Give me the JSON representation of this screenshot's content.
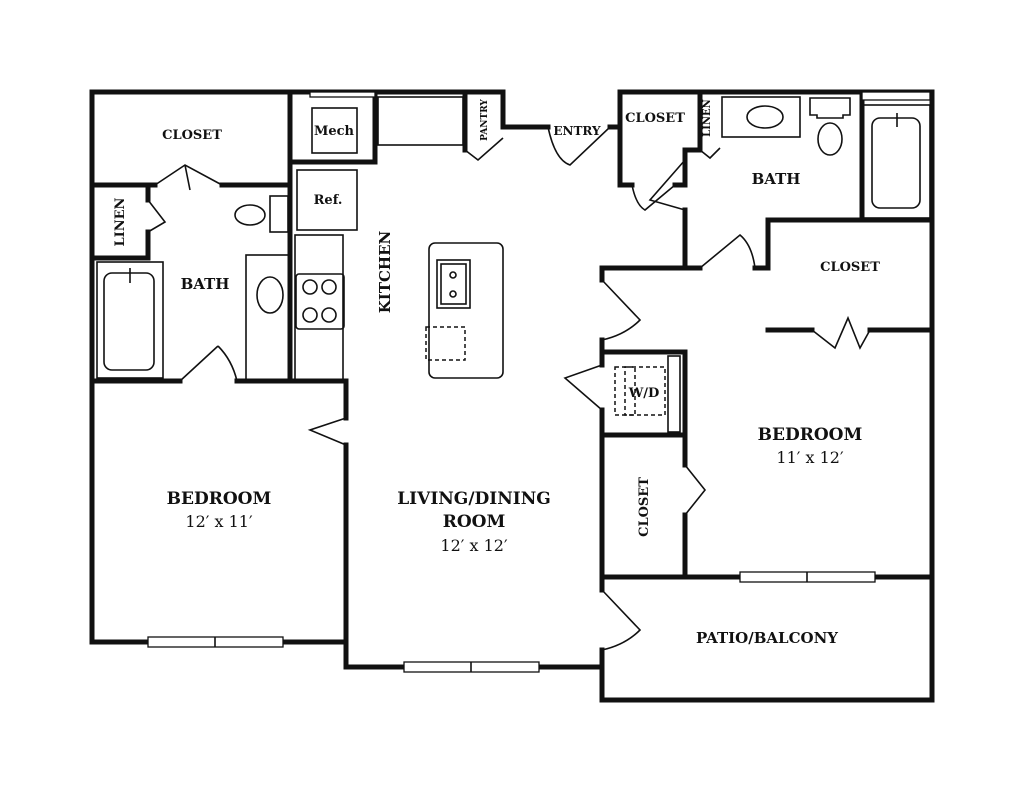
{
  "title": "2 Bedroom Floor Plan",
  "rooms": {
    "closet_left": "CLOSET",
    "linen_left": "LINEN",
    "bath_left": "BATH",
    "mech": "Mech",
    "ref": "Ref.",
    "kitchen": "KITCHEN",
    "pantry": "PANTRY",
    "entry": "ENTRY",
    "closet_entry": "CLOSET",
    "linen_right": "LINEN",
    "bath_right": "BATH",
    "closet_right": "CLOSET",
    "wd": "W/D",
    "bedroom_right": "BEDROOM",
    "bedroom_right_dim": "11′ x 12′",
    "closet_mid": "CLOSET",
    "bedroom_left": "BEDROOM",
    "bedroom_left_dim": "12′ x 11′",
    "living_line1": "LIVING/DINING",
    "living_line2": "ROOM",
    "living_dim": "12′ x 12′",
    "patio": "PATIO/BALCONY"
  }
}
